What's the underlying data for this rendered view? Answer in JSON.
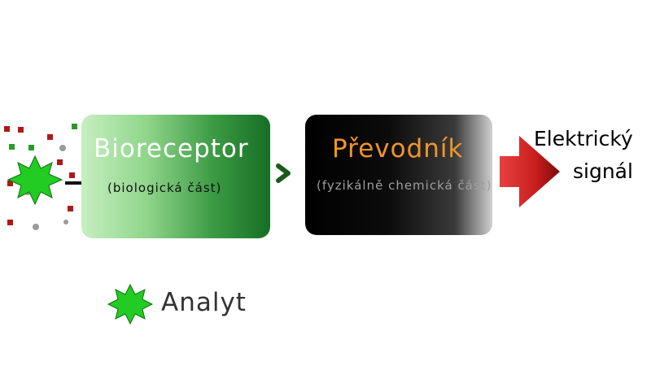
{
  "bioreceptor": {
    "title": "Bioreceptor",
    "subtitle": "(biologická část)"
  },
  "transducer": {
    "title": "Převodník",
    "subtitle": "(fyzikálně chemická část)"
  },
  "output": {
    "line1": "Elektrický",
    "line2": "signál"
  },
  "legend": {
    "label": "Analyt",
    "icon": "green-star-icon"
  },
  "colors": {
    "analyte_green": "#22cc22",
    "bioreceptor_green": "#2e8b3a",
    "transducer_title_orange": "#f0952c",
    "signal_arrow_red": "#c81e1e",
    "connector_green": "#1c5a1c",
    "particle_red": "#b01818",
    "particle_green": "#2a9a2a",
    "particle_gray": "#9a9a9a"
  }
}
